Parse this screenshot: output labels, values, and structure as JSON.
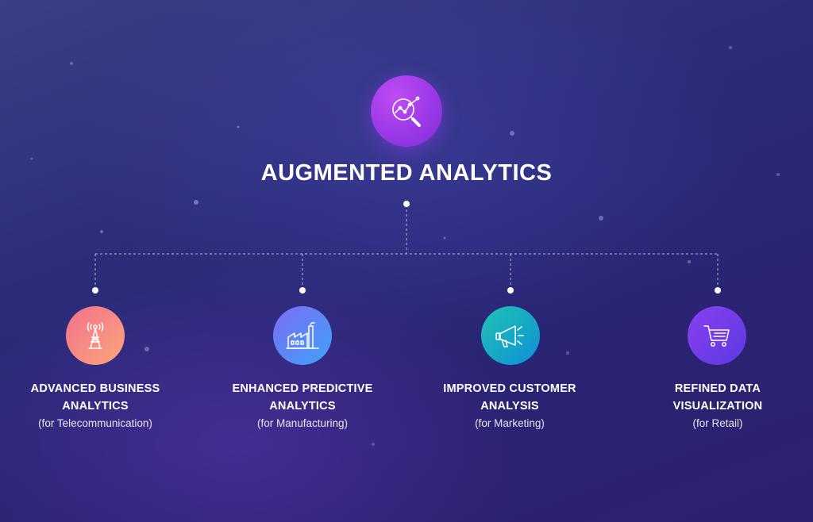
{
  "main": {
    "title": "AUGMENTED ANALYTICS",
    "icon": "magnifier-chart-icon",
    "color": "#a53fec"
  },
  "branches": [
    {
      "title_line1": "ADVANCED BUSINESS",
      "title_line2": "ANALYTICS",
      "subtitle": "(for Telecommunication)",
      "icon": "radio-tower-icon",
      "color": "#f78a85"
    },
    {
      "title_line1": "ENHANCED PREDICTIVE",
      "title_line2": "ANALYTICS",
      "subtitle": "(for Manufacturing)",
      "icon": "factory-icon",
      "color": "#5b8af6"
    },
    {
      "title_line1": "IMPROVED CUSTOMER",
      "title_line2": "ANALYSIS",
      "subtitle": "(for Marketing)",
      "icon": "megaphone-icon",
      "color": "#17a9c6"
    },
    {
      "title_line1": "REFINED DATA",
      "title_line2": "VISUALIZATION",
      "subtitle": "(for Retail)",
      "icon": "shopping-cart-icon",
      "color": "#723de8"
    }
  ],
  "background_color": "#2b2a78"
}
